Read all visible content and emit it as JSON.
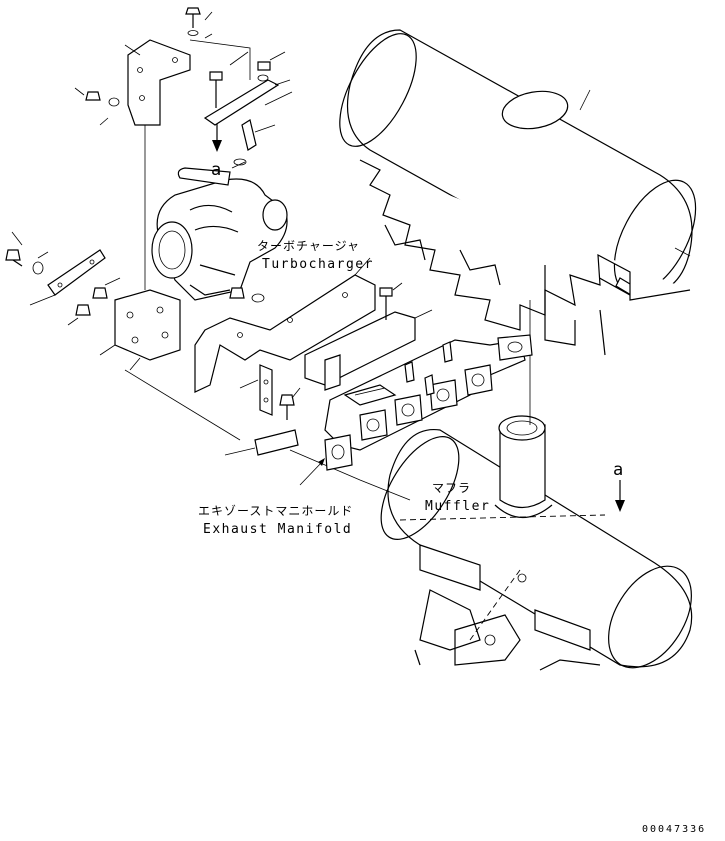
{
  "labels": {
    "turbocharger_jp": "ターボチャージャ",
    "turbocharger_en": "Turbocharger",
    "muffler_jp": "マフラ",
    "muffler_en": "Muffler",
    "manifold_jp": "エキゾーストマニホールド",
    "manifold_en": "Exhaust Manifold",
    "ref_a_top": "a",
    "ref_a_right": "a",
    "drawing_code": "00047336"
  }
}
